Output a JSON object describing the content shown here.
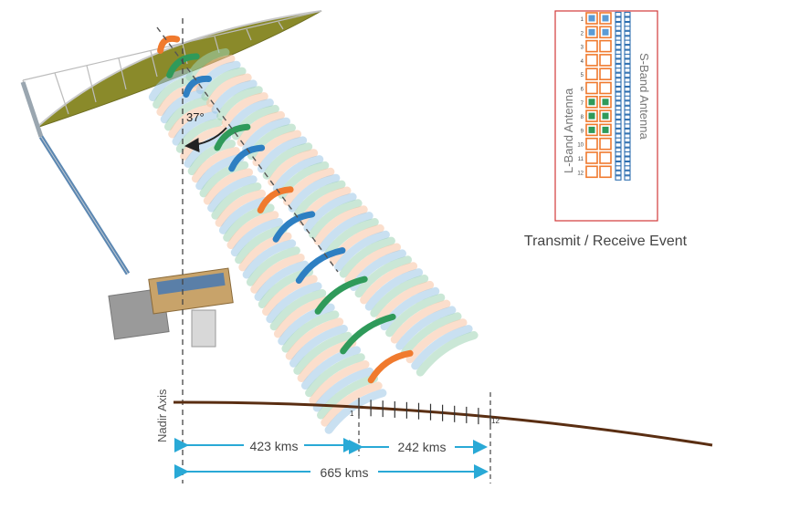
{
  "diagram": {
    "angle_label": "37°",
    "nadir_label": "Nadir Axis",
    "ground_ticks": {
      "first_label": "1",
      "last_label": "12",
      "count": 12
    },
    "distances": [
      {
        "label": "423 kms",
        "value_km": 423
      },
      {
        "label": "242 kms",
        "value_km": 242
      },
      {
        "label": "665 kms",
        "value_km": 665
      }
    ]
  },
  "antenna_panel": {
    "title": "Transmit / Receive Event",
    "l_band_label": "L-Band Antenna",
    "s_band_label": "S-Band Antenna",
    "rows": [
      {
        "label": "1",
        "state": "blue"
      },
      {
        "label": "2",
        "state": "blue"
      },
      {
        "label": "3",
        "state": "empty"
      },
      {
        "label": "4",
        "state": "empty"
      },
      {
        "label": "5",
        "state": "empty"
      },
      {
        "label": "6",
        "state": "empty"
      },
      {
        "label": "7",
        "state": "green"
      },
      {
        "label": "8",
        "state": "green"
      },
      {
        "label": "9",
        "state": "green"
      },
      {
        "label": "10",
        "state": "empty"
      },
      {
        "label": "11",
        "state": "empty"
      },
      {
        "label": "12",
        "state": "empty"
      }
    ]
  },
  "colors": {
    "orange": "#f07a2e",
    "blue": "#2e7fc2",
    "green": "#2f9a5a",
    "light_blue": "#9cc6e6",
    "light_green": "#9fd4b4",
    "light_orange": "#f7c2a2",
    "ground": "#5a2e12",
    "arrow": "#29a9d6",
    "panel_border": "#d23a3a",
    "s_band": "#2e6fb0"
  }
}
